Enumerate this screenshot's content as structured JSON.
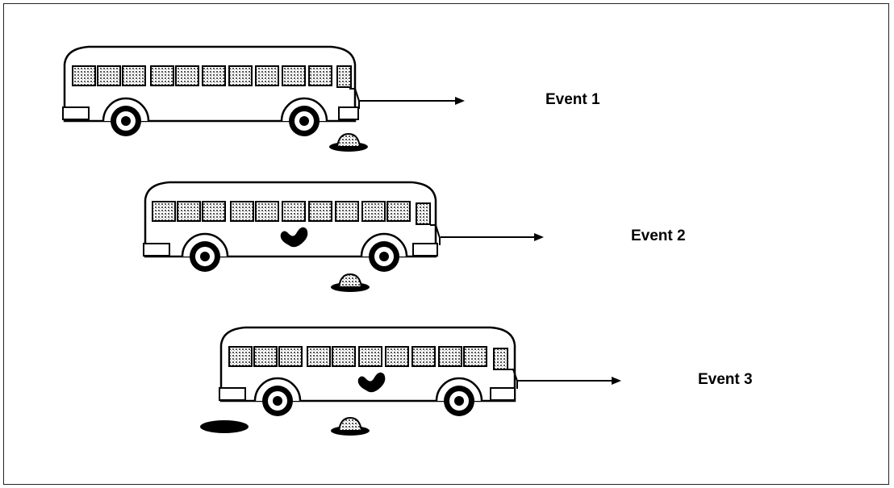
{
  "events": [
    {
      "label": "Event 1"
    },
    {
      "label": "Event 2"
    },
    {
      "label": "Event 3"
    }
  ],
  "colors": {
    "outline": "#000000",
    "background": "#ffffff",
    "window_fill": "#d8d8d8"
  },
  "icons": [
    "bus-icon",
    "arrow-icon",
    "hole-icon",
    "dent-icon",
    "puddle-icon"
  ]
}
